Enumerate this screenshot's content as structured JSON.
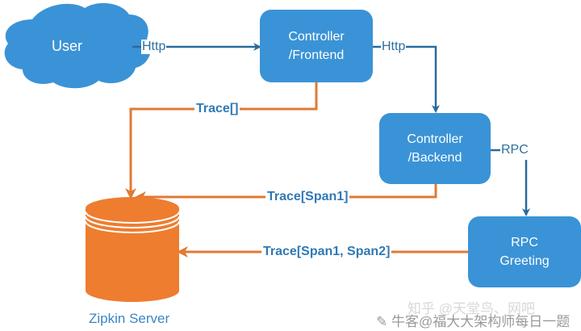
{
  "diagram": {
    "nodes": {
      "user": "User",
      "frontend": [
        "Controller",
        "/Frontend"
      ],
      "backend": [
        "Controller",
        "/Backend"
      ],
      "rpc_greeting": [
        "RPC",
        "Greeting"
      ],
      "zipkin": "Zipkin Server"
    },
    "edges": {
      "user_to_frontend": "Http",
      "frontend_to_backend": "Http",
      "backend_to_rpc": "RPC",
      "frontend_to_zipkin": "Trace[]",
      "backend_to_zipkin": "Trace[Span1]",
      "rpc_to_zipkin": "Trace[Span1, Span2]"
    },
    "colors": {
      "node_blue": "#3a93d6",
      "flow_blue": "#2a6a9c",
      "trace_orange": "#e07a34",
      "label_blue": "#2f79b5"
    }
  },
  "watermark": {
    "line1": "知乎 @天堂鸟、网吧",
    "line2": "牛客@福大大架构师每日一题"
  }
}
